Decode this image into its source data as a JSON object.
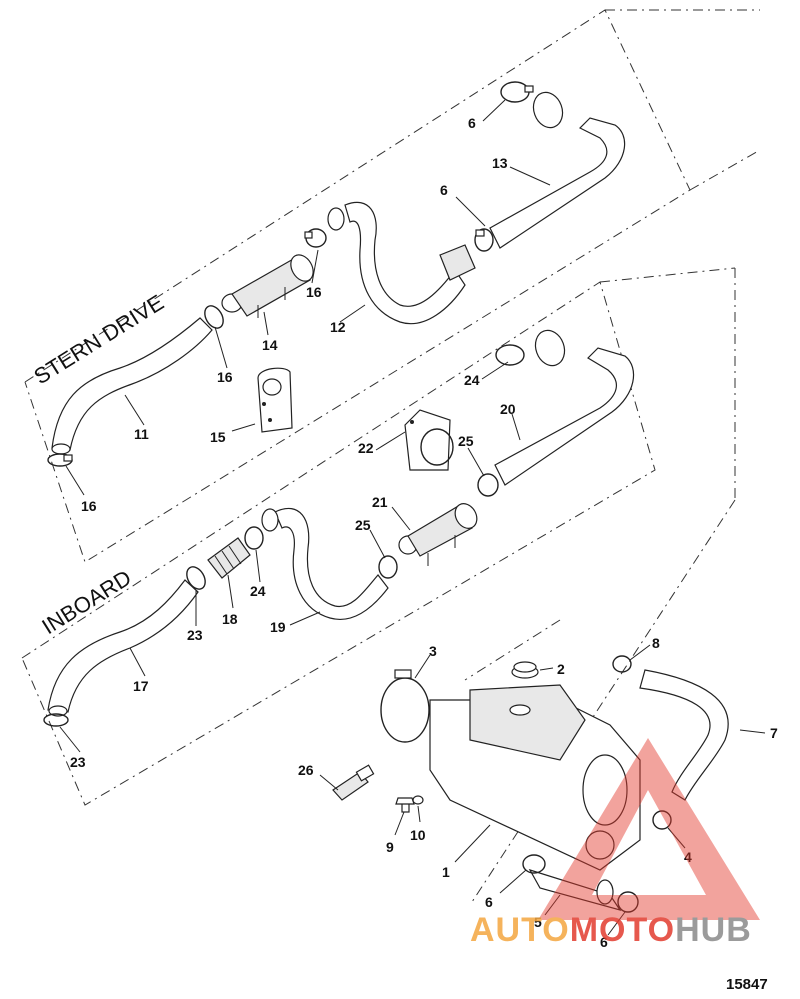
{
  "diagram": {
    "sections": {
      "stern_drive": "STERN DRIVE",
      "inboard": "INBOARD"
    },
    "callouts": {
      "c1": "1",
      "c2": "2",
      "c3": "3",
      "c4": "4",
      "c5": "5",
      "c6a": "6",
      "c6b": "6",
      "c6c": "6",
      "c6d": "6",
      "c7": "7",
      "c8": "8",
      "c9": "9",
      "c10": "10",
      "c11": "11",
      "c12": "12",
      "c13": "13",
      "c14": "14",
      "c15": "15",
      "c16a": "16",
      "c16b": "16",
      "c16c": "16",
      "c17": "17",
      "c18": "18",
      "c19": "19",
      "c20": "20",
      "c21": "21",
      "c22": "22",
      "c23a": "23",
      "c23b": "23",
      "c24a": "24",
      "c24b": "24",
      "c25a": "25",
      "c25b": "25",
      "c26": "26"
    },
    "figure_number": "15847"
  },
  "watermark": {
    "part1": "AUTO",
    "part2": "MOTO",
    "part3": "HUB",
    "color_orange": "#f4a640",
    "color_red": "#e23b2e",
    "color_gray": "#8a8a8a"
  }
}
